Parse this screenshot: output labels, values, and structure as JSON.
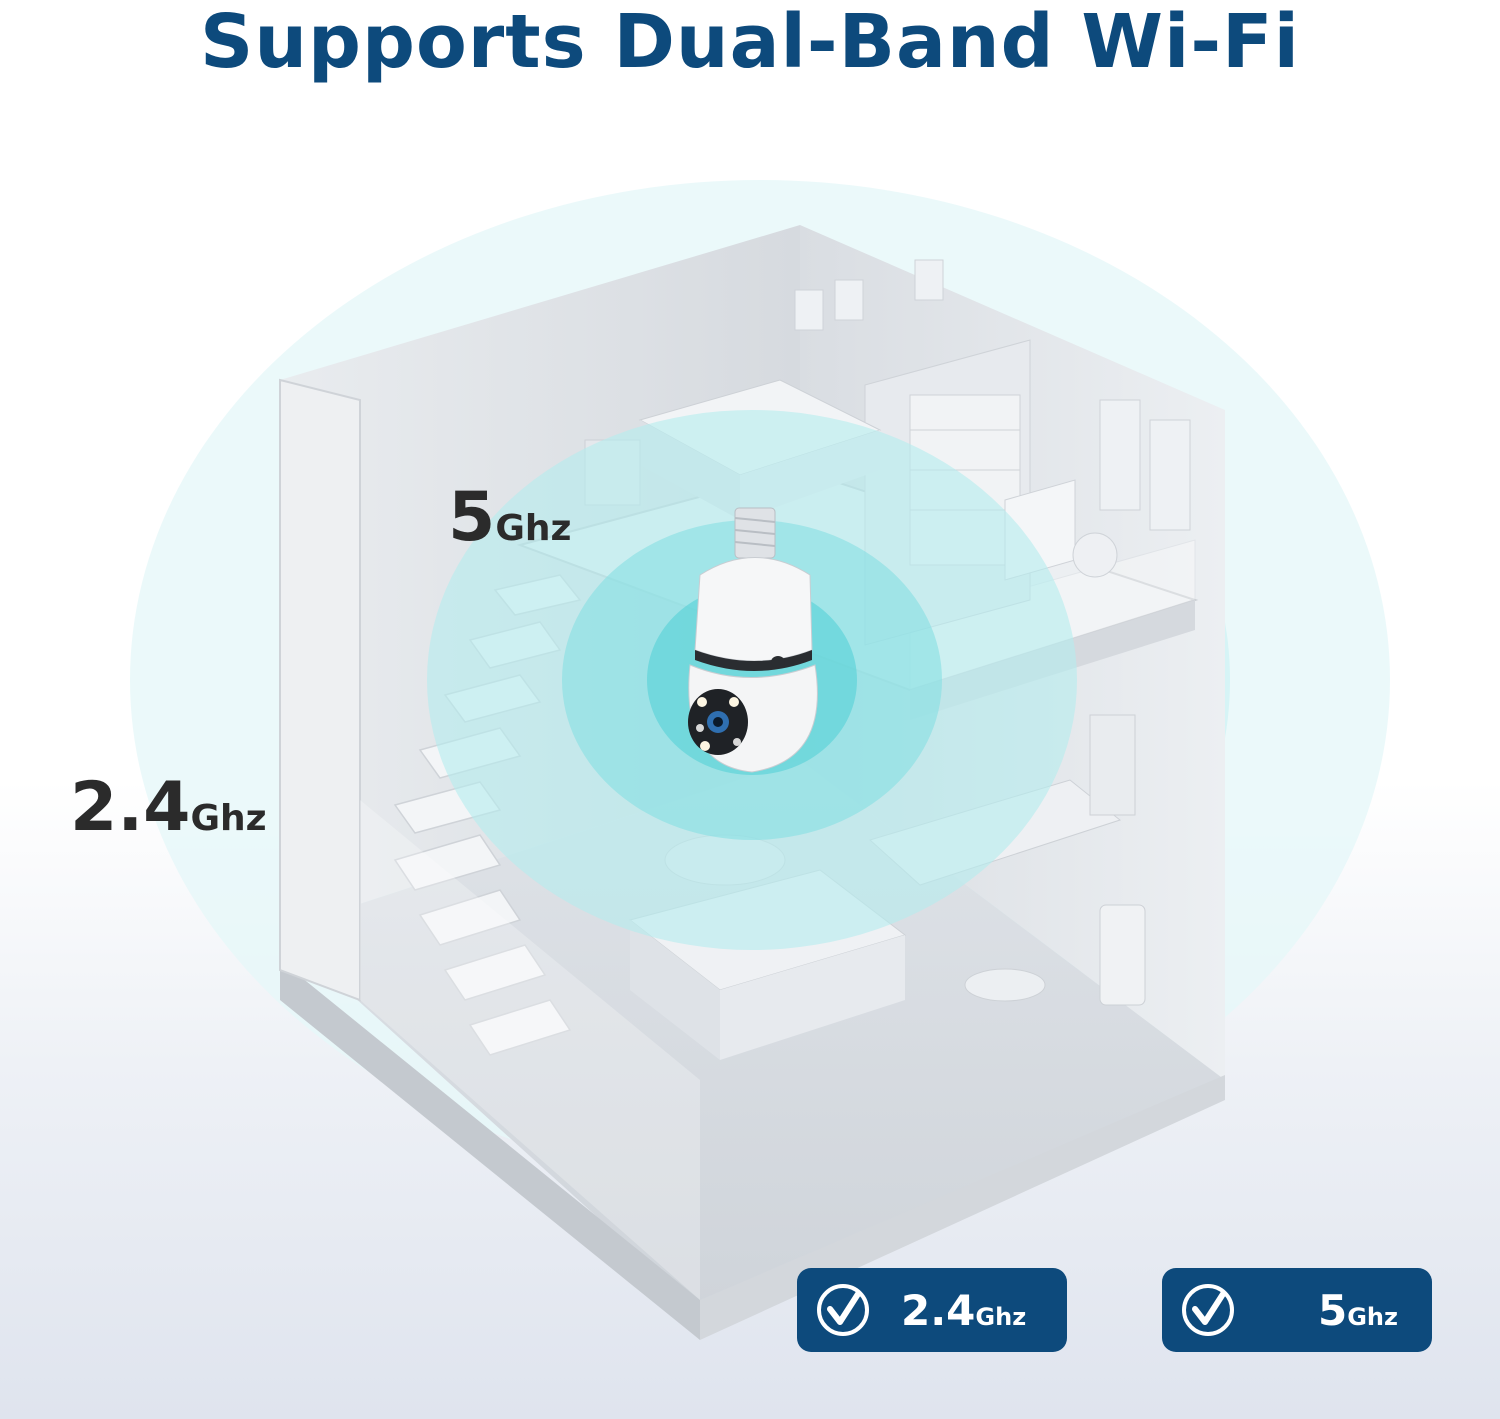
{
  "title": "Supports Dual-Band Wi-Fi",
  "labels": {
    "band_5": {
      "number": "5",
      "unit": "Ghz"
    },
    "band_24": {
      "number": "2.4",
      "unit": "Ghz"
    }
  },
  "badges": [
    {
      "icon": "check-circle-icon",
      "number": "2.4",
      "unit": "Ghz"
    },
    {
      "icon": "check-circle-icon",
      "number": "5",
      "unit": "Ghz"
    }
  ],
  "colors": {
    "brand_blue": "#0d4a7c",
    "signal_cyan": "#7fe0e4",
    "label_dark": "#2b2b2b"
  }
}
